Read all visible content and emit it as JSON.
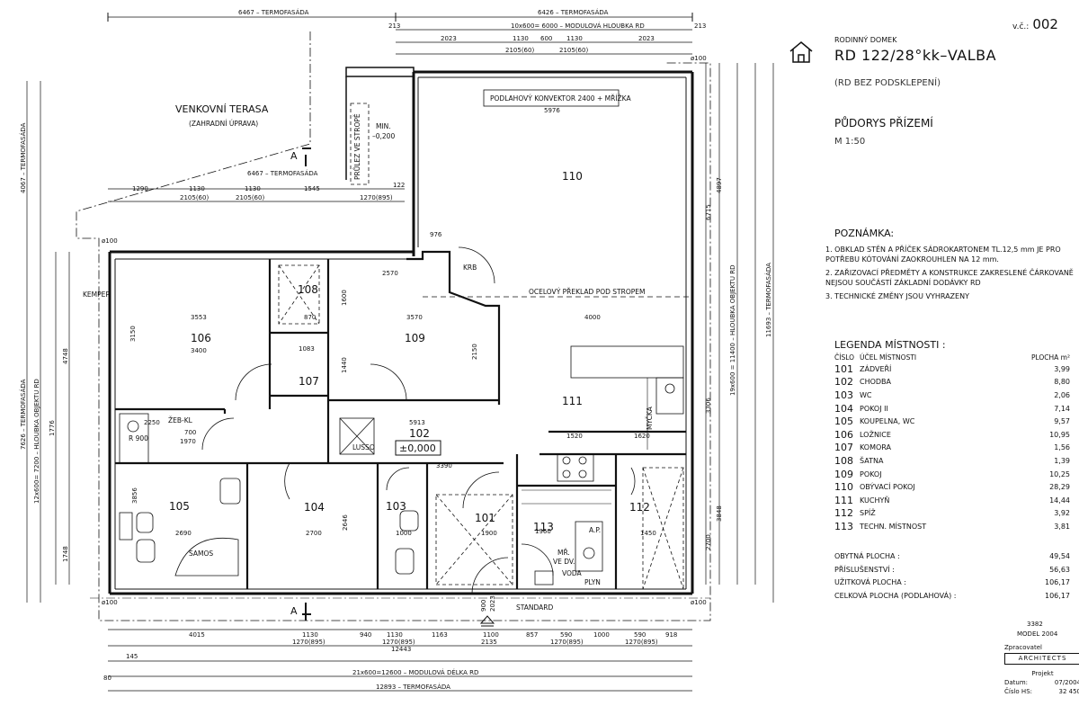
{
  "drawing": {
    "vc_label": "v.č.:",
    "vc_number": "002",
    "subtitle": "RODINNÝ DOMEK",
    "title": "RD 122/28°kk–VALBA",
    "no_basement": "(RD BEZ PODSKLEPENÍ)",
    "plan_name": "PŮDORYS PŘÍZEMÍ",
    "scale": "M 1:50"
  },
  "notes": {
    "heading": "POZNÁMKA:",
    "items": [
      "1. OBKLAD STĚN A PŘÍČEK SÁDROKARTONEM TL.12,5 mm JE PRO POTŘEBU KÓTOVÁNÍ ZAOKROUHLEN NA 12 mm.",
      "2. ZAŘIZOVACÍ PŘEDMĚTY A KONSTRUKCE ZAKRESLENÉ ČÁRKOVANĚ NEJSOU SOUČÁSTÍ ZÁKLADNÍ DODÁVKY RD",
      "3. TECHNICKÉ ZMĚNY JSOU VYHRAZENY"
    ]
  },
  "legend": {
    "heading": "LEGENDA MÍSTNOSTI :",
    "col_number": "ČÍSLO",
    "col_purpose": "ÚČEL MÍSTNOSTI",
    "col_area": "PLOCHA m²",
    "rooms": [
      {
        "num": "101",
        "name": "ZÁDVEŘÍ",
        "area": "3,99"
      },
      {
        "num": "102",
        "name": "CHODBA",
        "area": "8,80"
      },
      {
        "num": "103",
        "name": "WC",
        "area": "2,06"
      },
      {
        "num": "104",
        "name": "POKOJ II",
        "area": "7,14"
      },
      {
        "num": "105",
        "name": "KOUPELNA, WC",
        "area": "9,57"
      },
      {
        "num": "106",
        "name": "LOŽNICE",
        "area": "10,95"
      },
      {
        "num": "107",
        "name": "KOMORA",
        "area": "1,56"
      },
      {
        "num": "108",
        "name": "ŠATNA",
        "area": "1,39"
      },
      {
        "num": "109",
        "name": "POKOJ",
        "area": "10,25"
      },
      {
        "num": "110",
        "name": "OBÝVACÍ POKOJ",
        "area": "28,29"
      },
      {
        "num": "111",
        "name": "KUCHYŇ",
        "area": "14,44"
      },
      {
        "num": "112",
        "name": "SPÍŽ",
        "area": "3,92"
      },
      {
        "num": "113",
        "name": "TECHN. MÍSTNOST",
        "area": "3,81"
      }
    ]
  },
  "summary": [
    {
      "label": "OBYTNÁ PLOCHA :",
      "value": "49,54"
    },
    {
      "label": "PŘÍSLUŠENSTVÍ :",
      "value": "56,63"
    },
    {
      "label": "UŽITKOVÁ PLOCHA :",
      "value": "106,17"
    },
    {
      "label": "CELKOVÁ PLOCHA (PODLAHOVÁ) :",
      "value": "106,17"
    }
  ],
  "footer": {
    "code": "3382",
    "model": "MODEL 2004",
    "zpracovatel_label": "Zpracovatel",
    "logo_text": "ARCHITECTS",
    "projekt_label": "Projekt",
    "datum_label": "Datum:",
    "datum": "07/2004",
    "cislo_label": "Číslo HS:",
    "cislo": "32 450"
  },
  "plan": {
    "terrace_label": "VENKOVNÍ TERASA",
    "terrace_sub": "(ZAHRADNÍ ÚPRAVA)",
    "section_mark": "A",
    "level_value": "±0,000",
    "min_label": "MIN.",
    "min_value": "–0,200",
    "convector": "PODLAHOVÝ KONVEKTOR 2400 + MŘÍŽKA",
    "steel_lintel": "OCELOVÝ PŘEKLAD POD STROPEM",
    "ceiling_passage": "PRŮLEZ VE STROPĚ",
    "kemper": "KEMPER",
    "krb": "KRB",
    "lusso": "LUSSO",
    "myckka": "MYČKA",
    "samos": "SAMOS",
    "standard": "STANDARD",
    "voda": "VODA",
    "plyn": "PLYN",
    "ap": "A.P.",
    "mr": "MŘ.",
    "vedv": "VE DV.",
    "zebkl": "ŽEB-KL",
    "r900": "R 900",
    "dim_top_left": "6467 – TERMOFASÁDA",
    "dim_top_right": "6426 – TERMOFASÁDA",
    "dim_modular_depth": "10x600= 6000 – MODULOVÁ HLOUBKA RD",
    "dim_terrace": "6467 – TERMOFASÁDA",
    "dim_bottom_modular": "21x600=12600 – MODULOVÁ DÉLKA RD",
    "dim_bottom_termo": "12893 – TERMOFASÁDA",
    "dim_bottom_total": "12443",
    "dim_right_module": "19x600 = 11400 – HLOUBKA OBJEKTU RD",
    "dim_right_termo": "11693 – TERMOFASÁDA",
    "dim_left_module": "12x600= 7200 – HLOUBKA OBJEKTU RD",
    "dim_left_termo": "7626 – TERMOFASÁDA",
    "dim_left_top": "4067 – TERMOFASÁDA",
    "rooms": {
      "r101": "101",
      "r102": "102",
      "r103": "103",
      "r104": "104",
      "r105": "105",
      "r106": "106",
      "r107": "107",
      "r108": "108",
      "r109": "109",
      "r110": "110",
      "r111": "111",
      "r112": "112",
      "r113": "113"
    },
    "dims": {
      "d2023a": "2023",
      "d1130a": "1130",
      "d600a": "600",
      "d1130b": "1130",
      "d2023b": "2023",
      "d2105a": "2105(60)",
      "d2105b": "2105(60)",
      "d5976": "5976",
      "d1290": "1290",
      "d1130c": "1130",
      "d1130d": "1130",
      "d1545": "1545",
      "d122": "122",
      "d2105c": "2105(60)",
      "d2105d": "2105(60)",
      "d1270a": "1270(895)",
      "d976": "976",
      "d2570": "2570",
      "d3553": "3553",
      "d3570": "3570",
      "d4000": "4000",
      "d3400": "3400",
      "d3150": "3150",
      "d1600": "1600",
      "d1440": "1440",
      "d2150": "2150",
      "d870": "870",
      "d1083": "1083",
      "d5913": "5913",
      "d3390": "3390",
      "d1520": "1520",
      "d1620": "1620",
      "d2250": "2250",
      "d700a": "700",
      "d1970a": "1970",
      "d2690": "2690",
      "d2700a": "2700",
      "d2646": "2646",
      "d1000a": "1000",
      "d1900": "1900",
      "d1960": "1960",
      "d1450": "1450",
      "d3856": "3856",
      "d3848": "3848",
      "d2700b": "2700",
      "d4897": "4897",
      "d6715": "6715",
      "d3306": "3306",
      "d1776": "1776",
      "d4748": "4748",
      "d1748": "1748",
      "b4015": "4015",
      "b1130": "1130",
      "b940": "940",
      "b1130b": "1130",
      "b1163": "1163",
      "b1100": "1100",
      "b857": "857",
      "b590": "590",
      "b1000": "1000",
      "b590b": "590",
      "b918": "918",
      "b1270a": "1270(895)",
      "b1270b": "1270(895)",
      "b2135": "2135",
      "b1270c": "1270(895)",
      "b1270d": "1270(895)",
      "b145": "145",
      "b80": "80",
      "b900": "900",
      "b2023": "2023",
      "t213a": "213",
      "t213b": "213",
      "t100a": "ø100",
      "t100b": "ø100",
      "t100c": "ø100",
      "t100d": "ø100"
    }
  }
}
